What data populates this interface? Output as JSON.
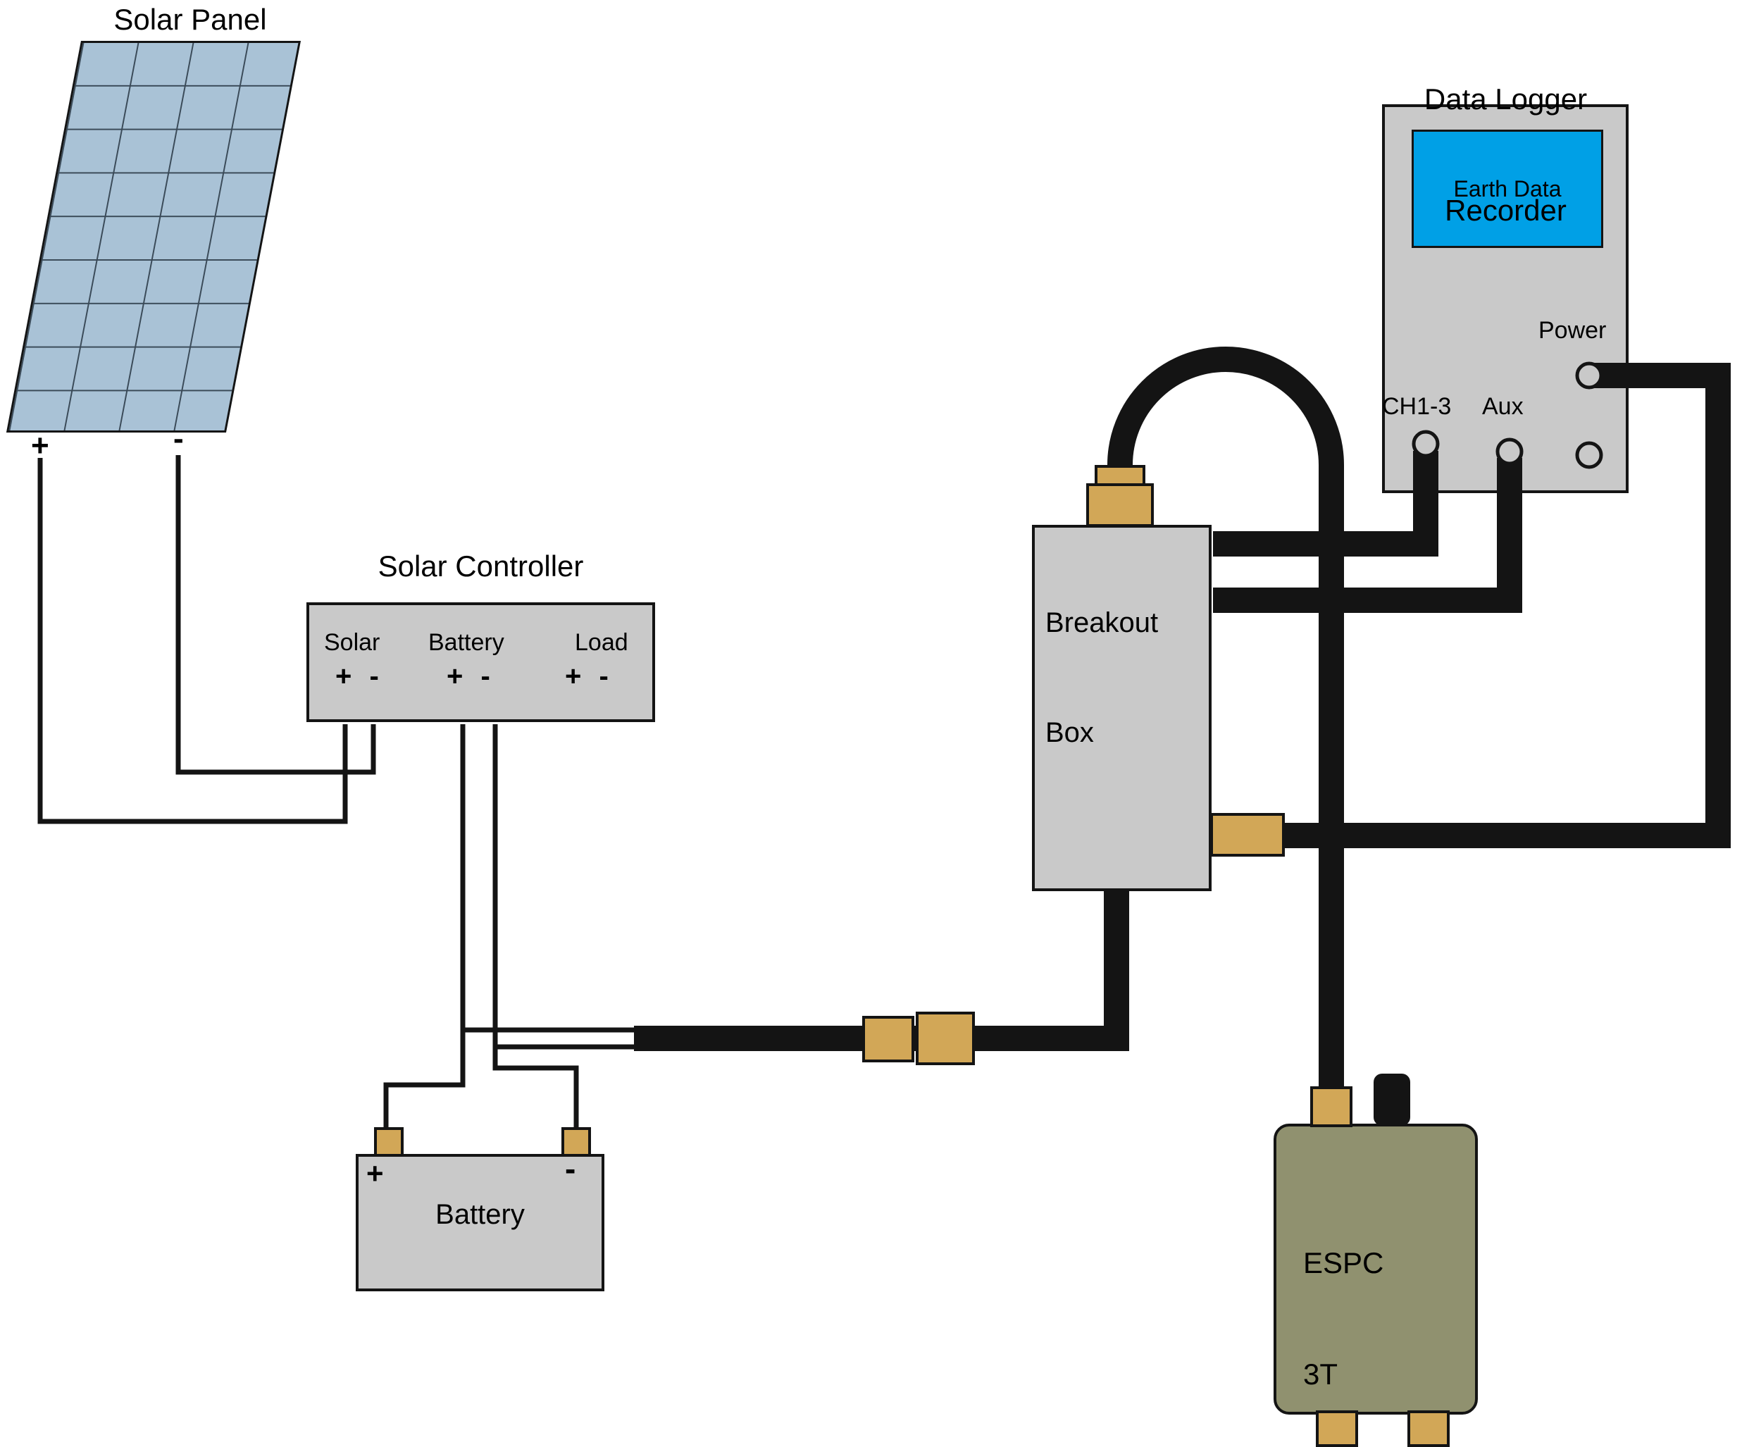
{
  "solar_panel": {
    "title": "Solar Panel",
    "plus": "+",
    "minus": "-"
  },
  "solar_controller": {
    "title": "Solar Controller",
    "terminals": [
      {
        "label": "Solar",
        "symbols": "+ -"
      },
      {
        "label": "Battery",
        "symbols": "+ -"
      },
      {
        "label": "Load",
        "symbols": "+ -"
      }
    ]
  },
  "battery": {
    "label": "Battery",
    "plus": "+",
    "minus": "-"
  },
  "breakout_box": {
    "line1": "Breakout",
    "line2": "Box"
  },
  "data_logger": {
    "title_line1": "Data Logger",
    "title_line2": "Recorder",
    "screen_text": "Earth Data",
    "labels": {
      "power": "Power",
      "ch": "CH1-3",
      "aux": "Aux"
    }
  },
  "espc": {
    "line1": "ESPC",
    "line2": "3T"
  },
  "colors": {
    "panel_fill": "#a9c2d6",
    "device_fill": "#c9c9c9",
    "connector_fill": "#d2a757",
    "screen_fill": "#00a0e6",
    "espc_fill": "#90916f",
    "wire": "#141414"
  }
}
